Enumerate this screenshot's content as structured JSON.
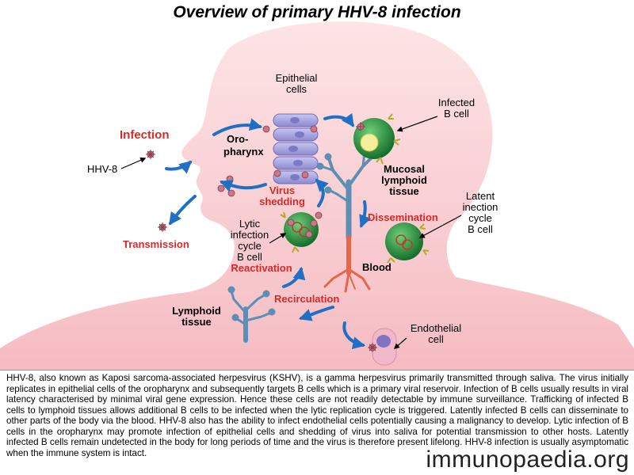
{
  "title": "Overview of primary HHV-8 infection",
  "labels": {
    "infection": "Infection",
    "hhv8": "HHV-8",
    "epithelial_1": "Epithelial",
    "epithelial_2": "cells",
    "oropharynx_1": "Oro-",
    "oropharynx_2": "pharynx",
    "infected_bcell_1": "Infected",
    "infected_bcell_2": "B cell",
    "mucosal_1": "Mucosal",
    "mucosal_2": "lymphoid",
    "mucosal_3": "tissue",
    "virus_shedding_1": "Virus",
    "virus_shedding_2": "shedding",
    "lytic_1": "Lytic",
    "lytic_2": "infection",
    "lytic_3": "cycle",
    "lytic_4": "B cell",
    "reactivation": "Reactivation",
    "transmission": "Transmission",
    "dissemination": "Dissemination",
    "latent_1": "Latent",
    "latent_2": "inection",
    "latent_3": "cycle",
    "latent_4": "B cell",
    "blood": "Blood",
    "recirculation": "Recirculation",
    "lymphoid_1": "Lymphoid",
    "lymphoid_2": "tissue",
    "endothelial_1": "Endothelial",
    "endothelial_2": "cell"
  },
  "description": "HHV-8, also known as Kaposi sarcoma-associated herpesvirus (KSHV), is a gamma herpesvirus primarily transmitted through saliva. The virus initially replicates in epithelial cells of the oropharynx and subsequently targets B cells which is a primary viral reservoir. Infection of B cells usually results in viral latency characterised by minimal viral gene expression. Hence these cells are not readily detectable by immune surveillance. Trafficking of infected B cells to lymphoid tissues allows additional B cells to be infected when the lytic replication cycle is triggered. Latently infected B cells can disseminate to other parts of the body via the blood. HHV-8 also has the ability to infect endothelial cells potentially causing a malignancy to develop. Lytic infection of B cells in the oropharynx may promote infection of epithelial cells and shedding of virus into saliva for potential transmission to other hosts. Latently infected B cells remain undetected in the body for long periods of time and the virus is therefore present lifelong. HHV-8 infection is usually asymptomatic when the immune system is intact.",
  "logo": "immunopaedia.org",
  "colors": {
    "silhouette": "#f8cdd0",
    "arrow_blue": "#1f6fc4",
    "label_red": "#d42a2a",
    "bcell_green": "#1f8a3a",
    "epithelial_purple": "#a9a6e0",
    "tissue_blue": "#5b8fb5",
    "blood_red": "#e5674a",
    "endothelial_pink": "#f0b8c8"
  }
}
